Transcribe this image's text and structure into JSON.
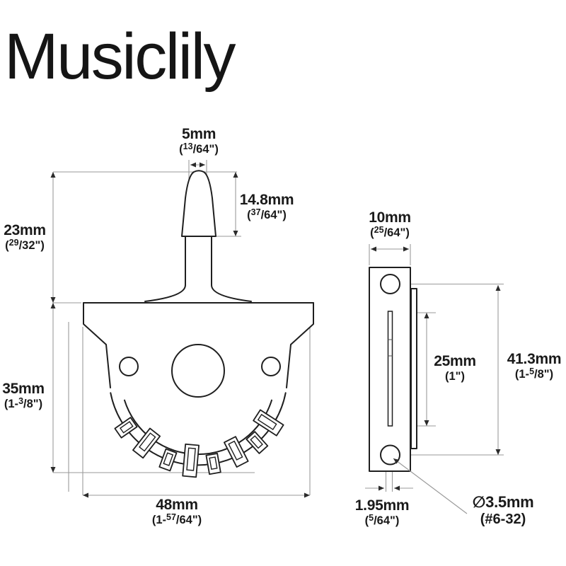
{
  "colors": {
    "ink": "#1f1f1f",
    "dim_line": "#9a9a9a",
    "background": "#ffffff"
  },
  "brand": {
    "logo_text": "Musiclily"
  },
  "front_view": {
    "dims": {
      "tip_width": {
        "value": "5mm",
        "frac": {
          "pre": "(",
          "sup": "13",
          "post": "/64\")"
        }
      },
      "tip_height": {
        "value": "14.8mm",
        "frac": {
          "pre": "(",
          "sup": "37",
          "post": "/64\")"
        }
      },
      "lever_height": {
        "value": "23mm",
        "frac": {
          "pre": "(",
          "sup": "29",
          "post": "/32\")"
        }
      },
      "body_height": {
        "value": "35mm",
        "frac": {
          "pre": "(1-",
          "sup": "3",
          "post": "/8\")"
        }
      },
      "body_width": {
        "value": "48mm",
        "frac": {
          "pre": "(1-",
          "sup": "57",
          "post": "/64\")"
        }
      }
    }
  },
  "side_view": {
    "dims": {
      "body_depth": {
        "value": "10mm",
        "frac": {
          "pre": "(",
          "sup": "25",
          "post": "/64\")"
        }
      },
      "slot_length": {
        "value": "25mm",
        "frac": {
          "pre": "(1\")",
          "sup": "",
          "post": ""
        }
      },
      "hole_spacing": {
        "value": "41.3mm",
        "frac": {
          "pre": "(1-",
          "sup": "5",
          "post": "/8\")"
        }
      },
      "wafer_thickness": {
        "value": "1.95mm",
        "frac": {
          "pre": "(",
          "sup": "5",
          "post": "/64\")"
        }
      },
      "hole_diameter": {
        "value": "∅3.5mm",
        "frac": {
          "pre": "(#6-32)",
          "sup": "",
          "post": ""
        }
      }
    }
  }
}
